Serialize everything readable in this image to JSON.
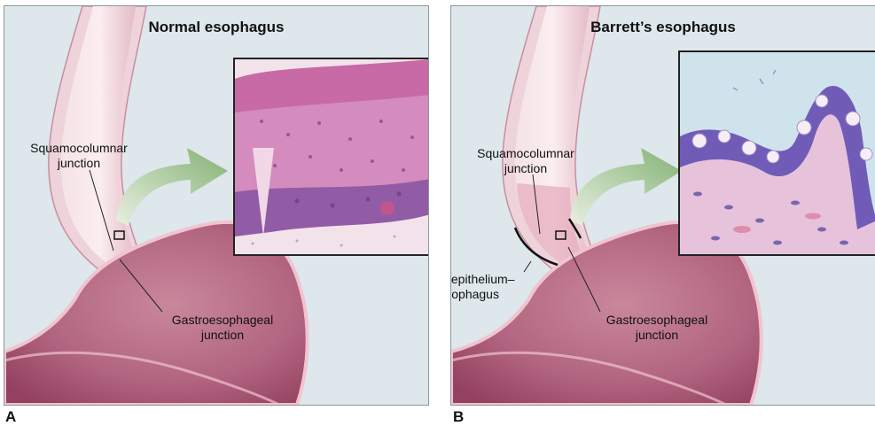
{
  "panel_a": {
    "letter": "A",
    "title": "Normal esophagus",
    "label_squamocolumnar_line1": "Squamocolumnar",
    "label_squamocolumnar_line2": "junction",
    "label_gastroesophageal_line1": "Gastroesophageal",
    "label_gastroesophageal_line2": "junction",
    "inset_image": "stratified squamous epithelium micrograph"
  },
  "panel_b": {
    "letter": "B",
    "title": "Barrett’s esophagus",
    "label_squamocolumnar_line1": "Squamocolumnar",
    "label_squamocolumnar_line2": "junction",
    "label_columnar_line1": "Columnar-epithelium–",
    "label_columnar_line2": "lined esophagus",
    "label_gastroesophageal_line1": "Gastroesophageal",
    "label_gastroesophageal_line2": "junction",
    "inset_image": "columnar epithelium with goblet cells micrograph"
  },
  "colors": {
    "background": "#dde7ec",
    "tissue_pink": "#d6a1b1",
    "tissue_light": "#f3dde2",
    "stomach_dark": "#a14e6b",
    "arrow_green": "#8fb87a",
    "stain_pink": "#d07fb4",
    "stain_purple": "#6b4ea6"
  }
}
